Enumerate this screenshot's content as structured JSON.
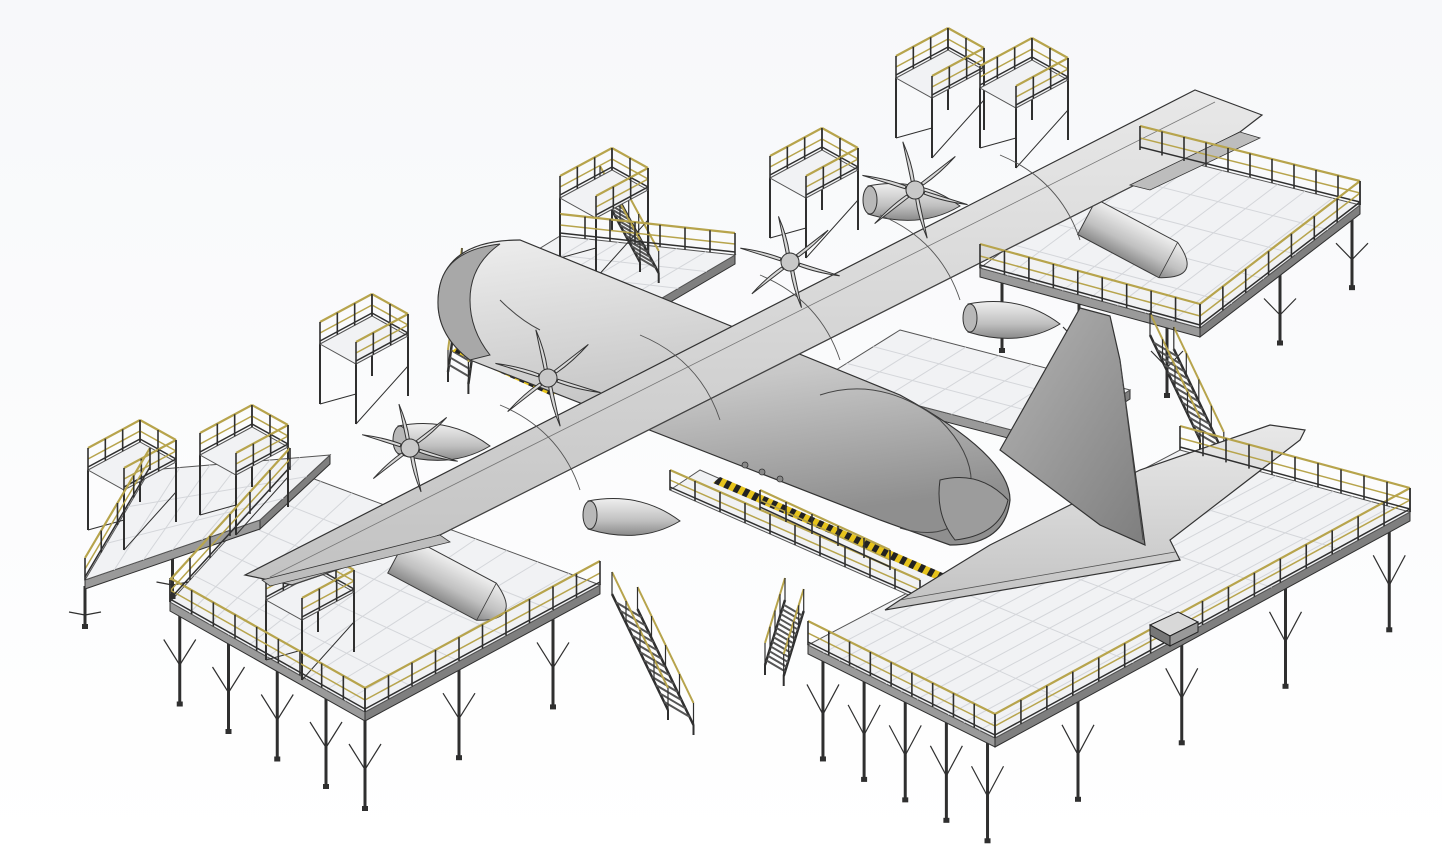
{
  "scene": {
    "subject": "cad-model-aircraft-maintenance-dock",
    "render_style": "shaded-with-edges",
    "colors": {
      "background_top": "#f7f8fa",
      "background_bottom": "#ffffff",
      "aircraft_light": "#e4e4e4",
      "aircraft_mid": "#c4c4c4",
      "aircraft_dark": "#8e8e8e",
      "tail": "#9a9a9a",
      "deck": "#f1f2f4",
      "deck_panel_line": "#d4d6da",
      "railing": "#b7a44c",
      "structure": "#2f2f2f",
      "safety_stripe_yellow": "#e6c31c",
      "safety_stripe_black": "#222222"
    },
    "components": [
      "aircraft-fuselage",
      "aircraft-wing",
      "aircraft-vertical-stabilizer",
      "aircraft-horizontal-stabilizer",
      "propeller-engines",
      "wing-fuel-tanks",
      "access-platforms",
      "access-stairs",
      "safety-railings"
    ],
    "engine_count": 4,
    "propeller_blades_per_engine": 6
  }
}
